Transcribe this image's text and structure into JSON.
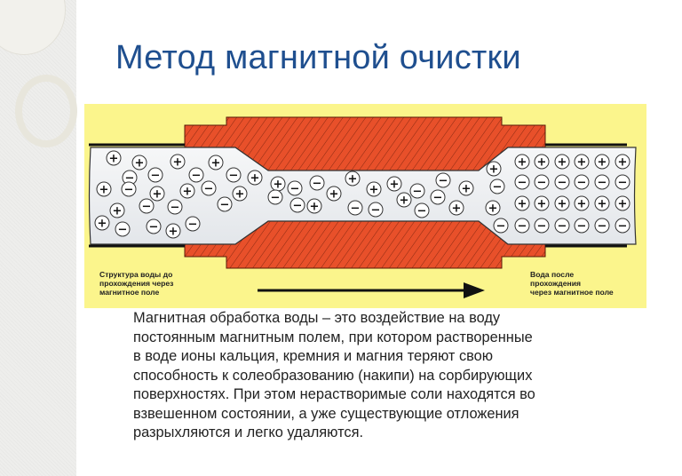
{
  "slide": {
    "title": "Метод магнитной очистки",
    "diagram": {
      "label_before": [
        "Структура воды до",
        "прохождения через",
        "магнитное поле"
      ],
      "label_after": [
        "Вода после",
        "прохождения",
        "через магнитное поле"
      ],
      "ion_positive": "+",
      "ion_negative": "−",
      "colors": {
        "background": "#fbf58c",
        "magnet": "#e8502a",
        "water": "#eef0f2"
      }
    },
    "body_lines": [
      "Магнитная обработка воды – это воздействие на воду",
      "постоянным магнитным полем, при котором растворенные",
      "в воде ионы кальция, кремния и магния теряют свою",
      "способность к солеобразованию (накипи) на сорбирующих",
      "поверхностях. При этом нерастворимые соли находятся во",
      "взвешенном состоянии, а уже существующие отложения",
      "разрыхляются и легко удаляются."
    ]
  }
}
